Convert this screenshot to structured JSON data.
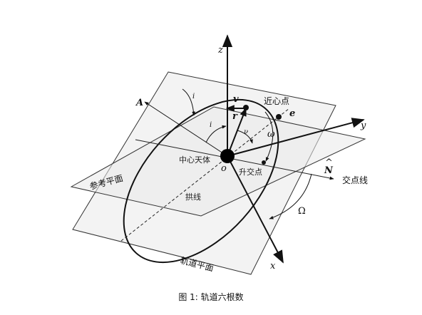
{
  "caption": "图 1: 轨道六根数",
  "labels": {
    "z": "z",
    "y": "y",
    "x": "x",
    "A": "A",
    "v": "v",
    "r": "r",
    "e": "e",
    "N": "N",
    "N_hat": "^",
    "o": "o",
    "i_top": "i",
    "i_inner": "i",
    "nu": "ν",
    "omega": "ω",
    "Omega": "Ω",
    "periapsis": "近心点",
    "central_body": "中心天体",
    "ascending_node": "升交点",
    "line_of_nodes": "交点线",
    "line_of_apsides": "拱线",
    "reference_plane": "参考平面",
    "orbital_plane": "轨道平面"
  }
}
